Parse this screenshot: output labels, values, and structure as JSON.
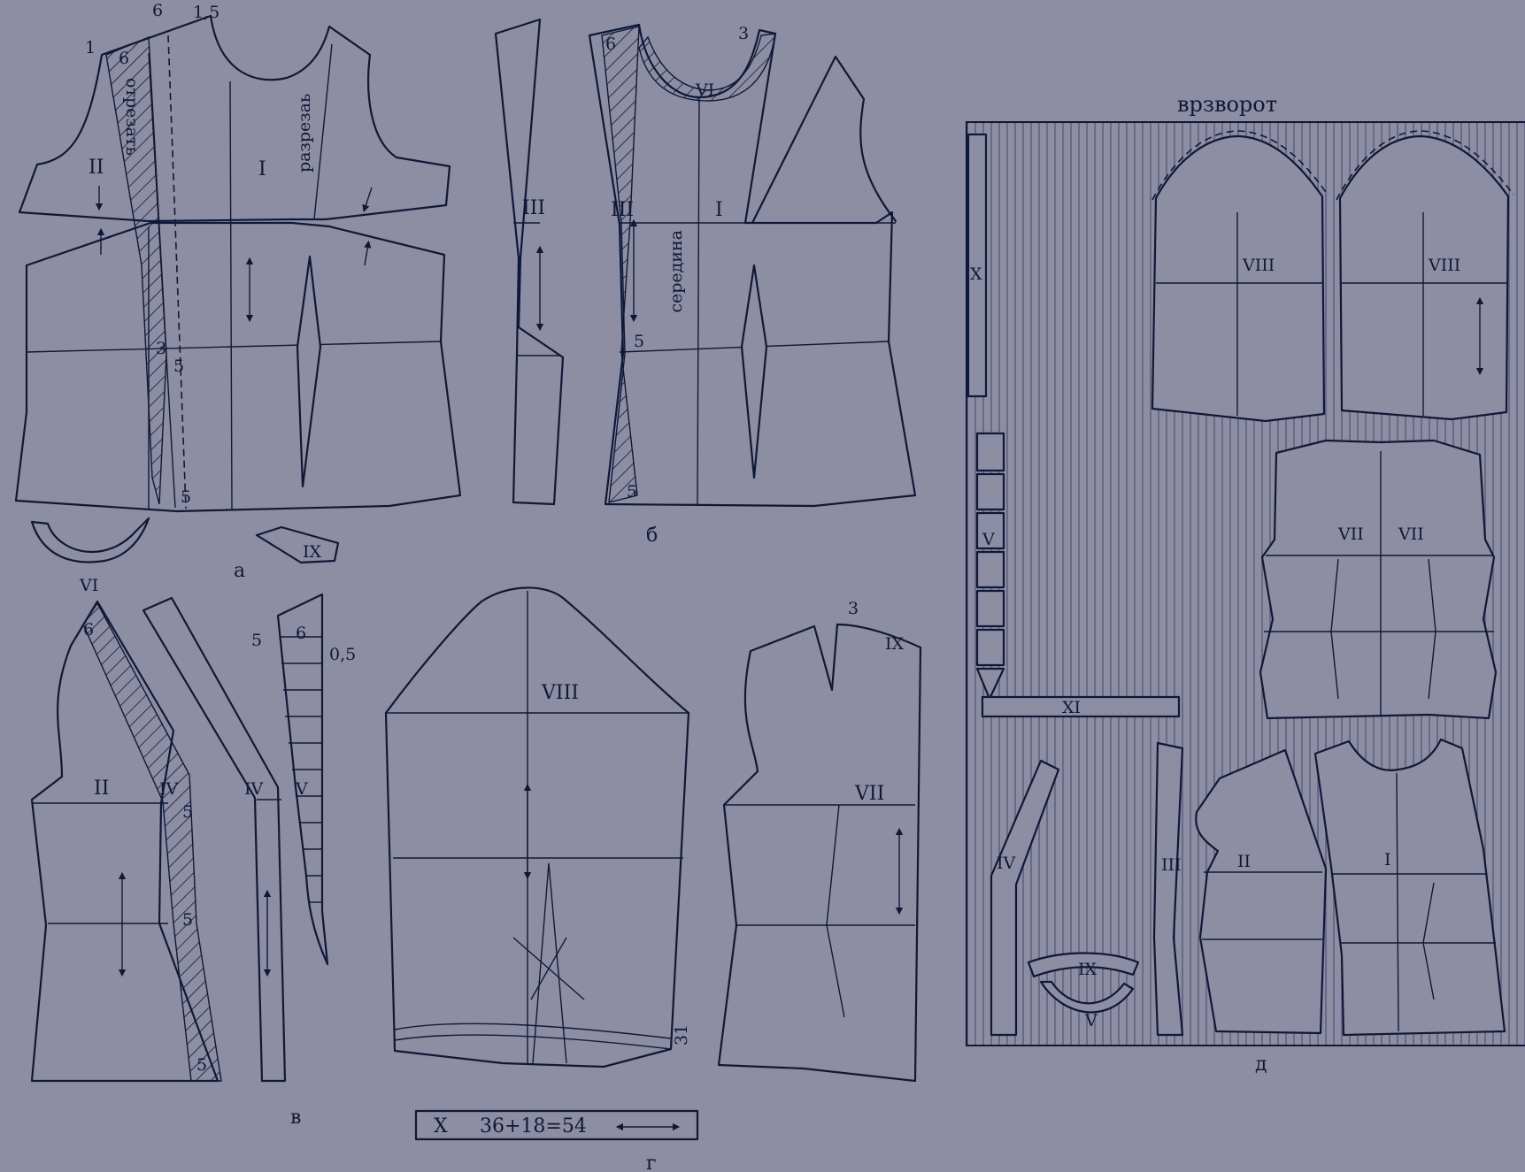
{
  "labels": {
    "a": "а",
    "b": "б",
    "v": "в",
    "g": "г",
    "d": "д",
    "vrzvorot": "врзворот",
    "otrezat": "отрезать",
    "razrezat": "разрезаь",
    "seredina": "середина",
    "formula_x": "X",
    "formula": "36+18=54"
  },
  "pieces": {
    "I": "I",
    "II": "II",
    "III": "III",
    "IV": "IV",
    "V": "V",
    "VI": "VI",
    "VII": "VII",
    "VIII": "VIII",
    "IX": "IX",
    "X": "X",
    "XI": "XI"
  },
  "marks": {
    "n1": "1",
    "n15": "1,5",
    "n3": "3",
    "n5": "5",
    "n6": "6",
    "n31": "31",
    "n05": "0,5"
  },
  "colors": {
    "background": "#8d8ea3",
    "ink": "#101838",
    "stripes": "#6c6e88"
  }
}
